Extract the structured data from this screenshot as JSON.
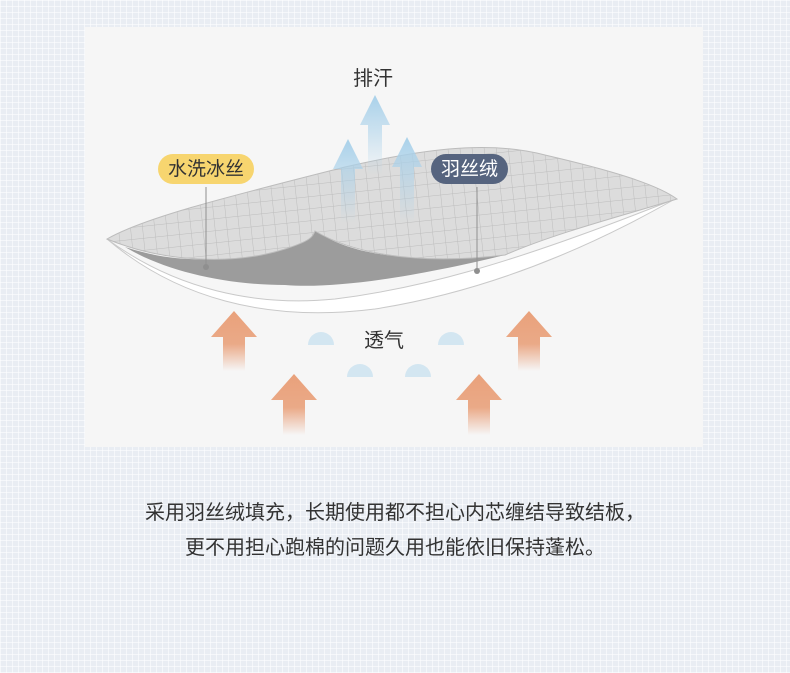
{
  "labels": {
    "sweat": "排汗",
    "breathable": "透气",
    "washable_silk": "水洗冰丝",
    "feather_velvet": "羽丝绒"
  },
  "caption": {
    "line1": "采用羽丝绒填充，长期使用都不担心内芯缠结导致结板，",
    "line2": "更不用担心跑棉的问题久用也能依旧保持蓬松。"
  },
  "colors": {
    "up_arrow_blue": "#a9d1ea",
    "up_arrow_orange": "#e9a17b",
    "pill_yellow": "#f7d56f",
    "pill_dark": "#56647f"
  },
  "icons": [
    "sweat-arrow-icon",
    "air-arrow-icon",
    "air-bubble-icon"
  ]
}
